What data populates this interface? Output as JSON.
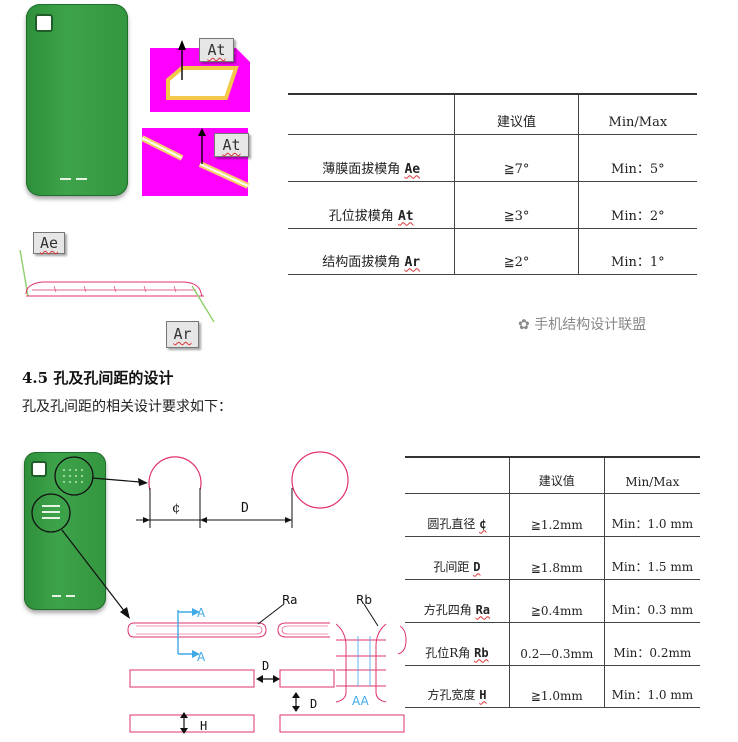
{
  "top_figure": {
    "callouts": {
      "at_upper": "At",
      "at_lower": "At",
      "ae": "Ae",
      "ar": "Ar"
    }
  },
  "draft_table": {
    "header": [
      "",
      "建议值",
      "Min/Max"
    ],
    "rows": [
      {
        "name": "薄膜面拔模角",
        "code": "Ae",
        "recommended": "≧7°",
        "minmax": "Min：5°"
      },
      {
        "name": "孔位拔模角",
        "code": "At",
        "recommended": "≧3°",
        "minmax": "Min：2°"
      },
      {
        "name": "结构面拔模角",
        "code": "Ar",
        "recommended": "≧2°",
        "minmax": "Min：1°"
      }
    ]
  },
  "watermark": "手机结构设计联盟",
  "section": {
    "heading": "4.5 孔及孔间距的设计",
    "intro": "孔及孔间距的相关设计要求如下："
  },
  "hole_figure": {
    "labels": {
      "diameter": "¢",
      "distance": "D",
      "a_upper": "A",
      "a_lower": "A",
      "ra": "Ra",
      "rb": "Rb",
      "d_right": "D",
      "d_lower": "D",
      "aa": "AA",
      "h": "H"
    }
  },
  "hole_table": {
    "header": [
      "",
      "建议值",
      "Min/Max"
    ],
    "rows": [
      {
        "name": "圆孔直径",
        "code": "¢",
        "recommended": "≧1.2mm",
        "minmax": "Min：1.0 mm"
      },
      {
        "name": "孔间距",
        "code": "D",
        "recommended": "≧1.8mm",
        "minmax": "Min：1.5 mm"
      },
      {
        "name": "方孔四角",
        "code": "Ra",
        "recommended": "≧0.4mm",
        "minmax": "Min：0.3 mm"
      },
      {
        "name": "孔位R角",
        "code": "Rb",
        "recommended": "0.2—0.3mm",
        "minmax": "Min：0.2mm"
      },
      {
        "name": "方孔宽度",
        "code": "H",
        "recommended": "≧1.0mm",
        "minmax": "Min：1.0 mm"
      }
    ]
  },
  "colors": {
    "phone_green": "#3da34a",
    "magenta": "#ff00ff",
    "outline_red": "#e0336a",
    "arrow_blue": "#3fa9e8"
  }
}
